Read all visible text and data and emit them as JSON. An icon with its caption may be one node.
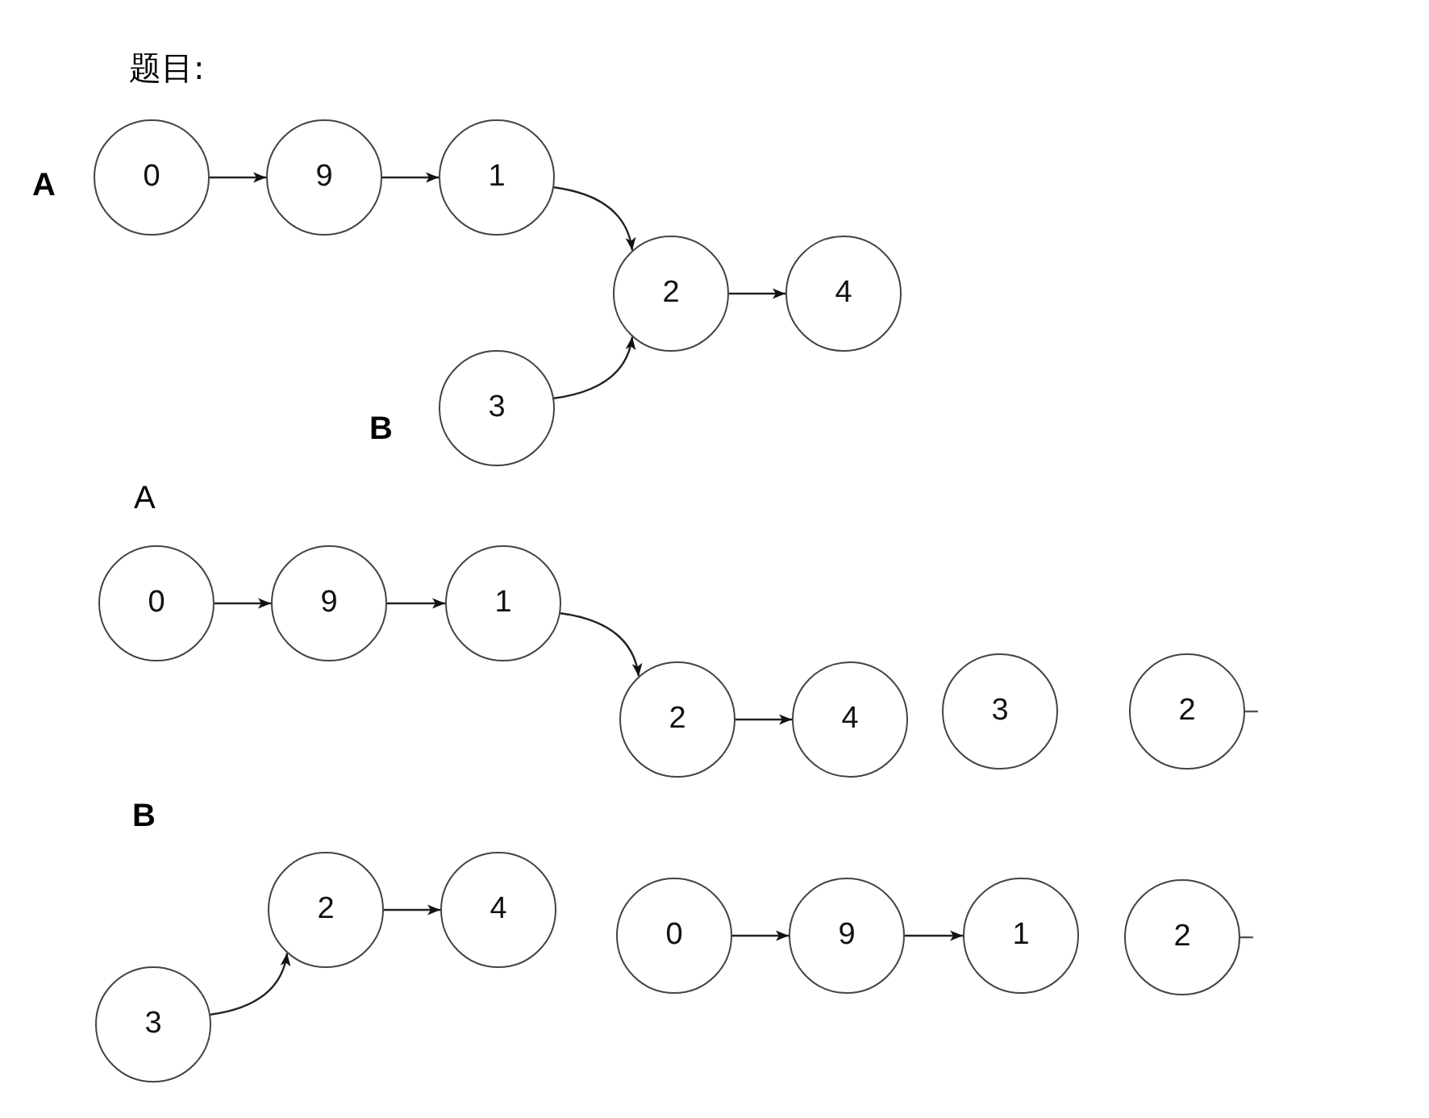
{
  "diagram": {
    "title": "题目:",
    "nodes": [
      {
        "text": [
          "0"
        ]
      },
      {
        "text": [
          "9"
        ]
      },
      {
        "text": [
          "1"
        ]
      },
      {
        "text": [
          "2"
        ]
      },
      {
        "text": [
          "4"
        ]
      },
      {
        "text": [
          "3"
        ]
      },
      {
        "text": [
          "0"
        ]
      },
      {
        "text": [
          "9"
        ]
      },
      {
        "text": [
          "1"
        ]
      },
      {
        "text": [
          "2"
        ]
      },
      {
        "text": [
          "4"
        ]
      },
      {
        "text": [
          "3"
        ]
      },
      {
        "text": [
          "2"
        ]
      },
      {
        "text": [
          "3"
        ]
      },
      {
        "text": [
          "2"
        ]
      },
      {
        "text": [
          "4"
        ]
      },
      {
        "text": [
          "0"
        ]
      },
      {
        "text": [
          "9"
        ]
      },
      {
        "text": [
          "1"
        ]
      },
      {
        "text": [
          "2"
        ]
      }
    ],
    "edges": [
      {
        "from": 0,
        "to": 1,
        "arrow": "to"
      },
      {
        "from": 1,
        "to": 2,
        "arrow": "to"
      },
      {
        "from": 2,
        "to": 3,
        "arrow": "to"
      },
      {
        "from": 5,
        "to": 3,
        "arrow": "to"
      },
      {
        "from": 3,
        "to": 4,
        "arrow": "to"
      },
      {
        "from": 6,
        "to": 7,
        "arrow": "to"
      },
      {
        "from": 7,
        "to": 8,
        "arrow": "to"
      },
      {
        "from": 8,
        "to": 9,
        "arrow": "to"
      },
      {
        "from": 9,
        "to": 10,
        "arrow": "to"
      },
      {
        "from": 13,
        "to": 14,
        "arrow": "to"
      },
      {
        "from": 14,
        "to": 15,
        "arrow": "to"
      },
      {
        "from": 16,
        "to": 17,
        "arrow": "to"
      },
      {
        "from": 17,
        "to": 18,
        "arrow": "to"
      }
    ],
    "labels": [
      "A",
      "B",
      "A",
      "B"
    ]
  }
}
